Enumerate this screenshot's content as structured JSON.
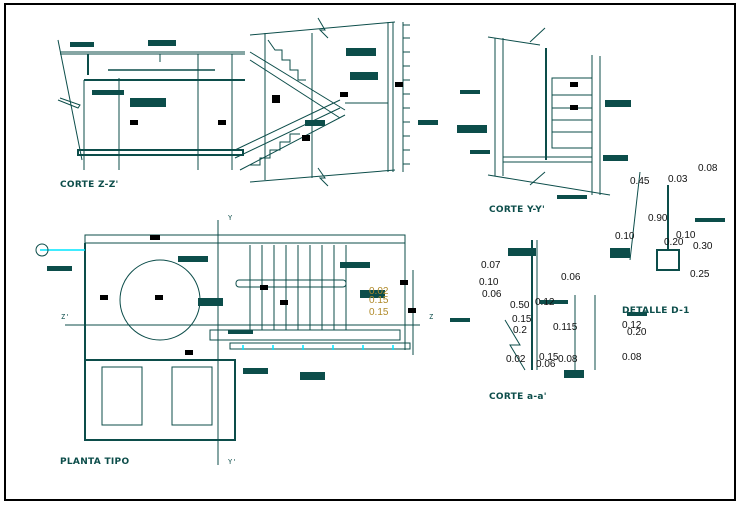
{
  "drawing": {
    "colors": {
      "line": "#0c4d4a",
      "dimension": "#bdbdbd",
      "tag": "#000000",
      "accent_cyan": "#00e5ff",
      "accent_magenta": "#e000e0",
      "dim_text_orange": "#b08a2a"
    },
    "views": [
      {
        "id": "corte-z",
        "title": "CORTE Z-Z'"
      },
      {
        "id": "corte-y",
        "title": "CORTE Y-Y'"
      },
      {
        "id": "detalle-d1",
        "title": "DETALLE D-1"
      },
      {
        "id": "corte-a",
        "title": "CORTE a-a'"
      },
      {
        "id": "planta-tipo",
        "title": "PLANTA TIPO"
      }
    ],
    "axis_markers": {
      "z": "Z",
      "z_prime": "Z'",
      "y": "Y",
      "y_prime": "Y'"
    },
    "detalle_d1_dims": [
      "0.08",
      "0.45",
      "0.03",
      "0.90",
      "0.10",
      "0.10",
      "0.20",
      "0.30",
      "0.25",
      "0.12",
      "0.20",
      "0.08"
    ],
    "corte_a_dims": [
      "0.07",
      "0.10",
      "0.06",
      "0.06",
      "0.50",
      "0.12",
      "0.15",
      "0.115",
      "0.2",
      "0.02",
      "0.15",
      "0.08",
      "0.06"
    ],
    "planta_dims": [
      "0.02",
      "0.15",
      "0.15"
    ]
  }
}
